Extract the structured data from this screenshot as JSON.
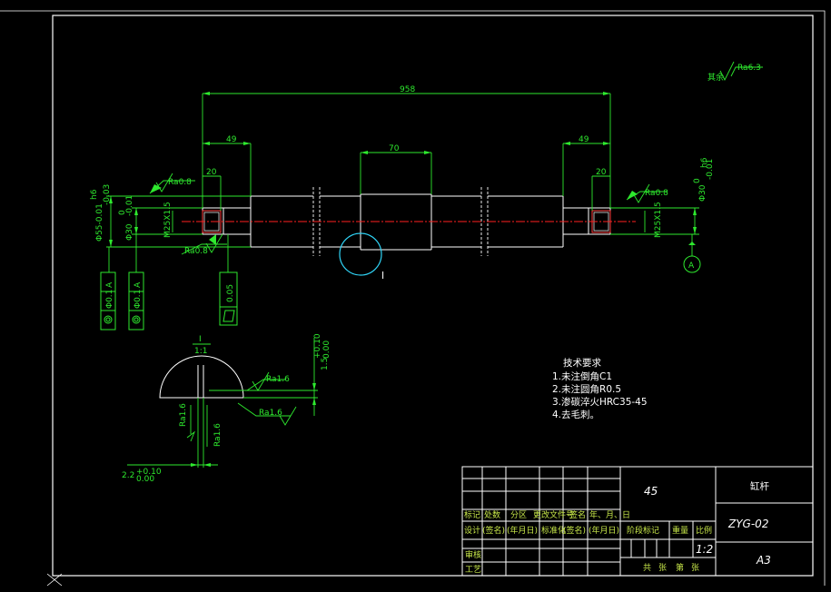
{
  "dimensions": {
    "overall_length": "958",
    "left_step": "49",
    "right_step": "49",
    "left_bore": "20",
    "right_bore": "20",
    "mid_width": "70",
    "left_dia": "Φ55-0.01",
    "left_dia_tol": "-0.03",
    "left_tol": "h6",
    "center_dia": "Φ30",
    "center_dia_tol_up": "0",
    "center_dia_tol_low": "-0.01",
    "right_dia": "Φ30",
    "right_dia_tol": "-0.01",
    "right_tol": "h6",
    "thread_left": "M25X1.5",
    "thread_right": "M25X1.5",
    "roughness_left_top": "Ra0.8",
    "roughness_left_bottom": "Ra0.8",
    "roughness_right": "Ra0.8",
    "roughness_rest_prefix": "其余",
    "roughness_rest": "Ra6.3",
    "zero": "0"
  },
  "detail": {
    "label": "I",
    "scale": "1:1",
    "circle_label": "I",
    "ra_a": "Ra1.6",
    "ra_b": "Ra1.6",
    "ra_c": "Ra1.6",
    "ra_d": "Ra1.6",
    "depth": "1.5",
    "depth_up": "+0.10",
    "depth_low": "0.00",
    "width": "2.2",
    "width_up": "+0.10",
    "width_low": "0.00"
  },
  "tolerances": {
    "box1_value": "Φ0.1",
    "box1_datum": "A",
    "box2_value": "Φ0.1",
    "box2_datum": "A",
    "box3_value": "0.05",
    "datum": "A"
  },
  "tech_requirements": {
    "title": "技术要求",
    "items": [
      "1.未注倒角C1",
      "2.未注圆角R0.5",
      "3.渗碳淬火HRC35-45",
      "4.去毛刺。"
    ]
  },
  "title_block": {
    "material": "45",
    "part_name": "缸杆",
    "drawing_no": "ZYG-02",
    "sheet_size": "A3",
    "scale": "1:2",
    "row_labels": [
      "标记",
      "处数",
      "分区",
      "更改文件号",
      "签名",
      "年、月、日"
    ],
    "row2": [
      "设计",
      "(签名)",
      "(年月日)",
      "标准化",
      "(签名)",
      "(年月日)"
    ],
    "stage_mark": "阶段标记",
    "weight": "重量",
    "scale_label": "比例",
    "review": "审核",
    "process": "工艺",
    "sheets": [
      "共",
      "张",
      "第",
      "张"
    ]
  }
}
